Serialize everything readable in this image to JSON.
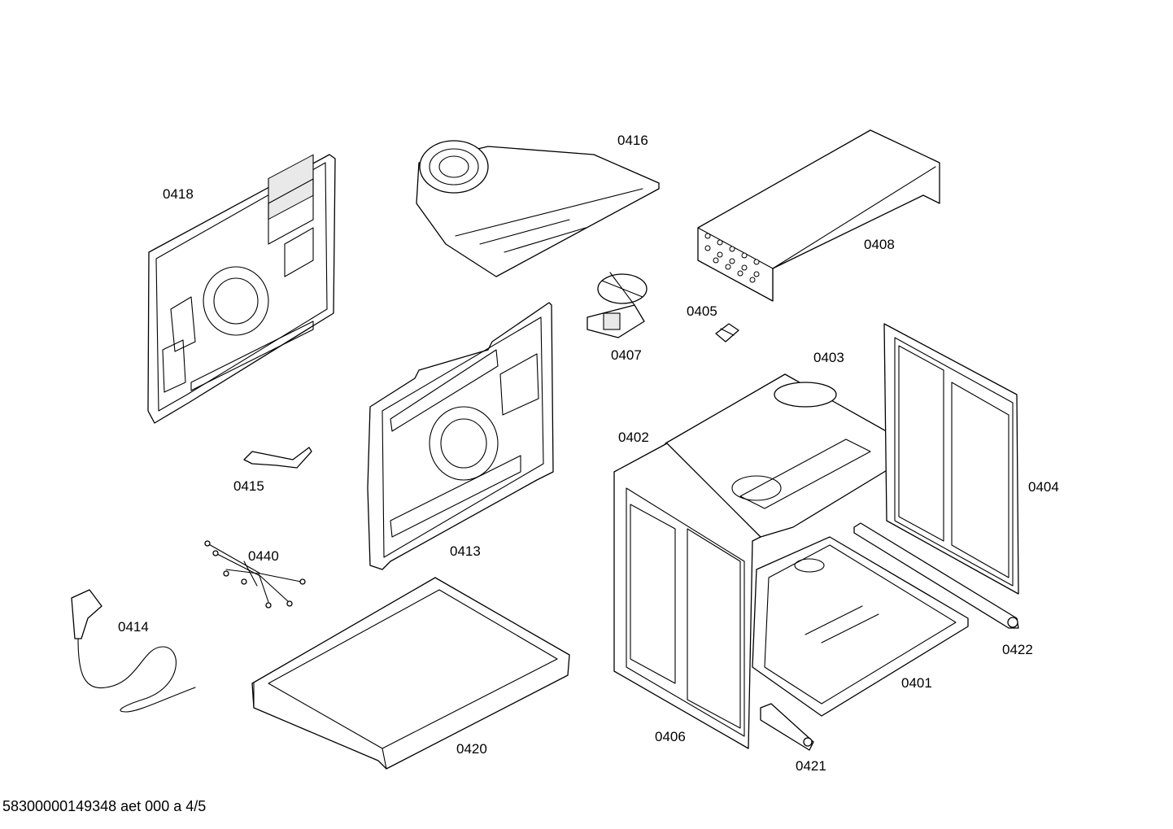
{
  "parts": {
    "p0401": "0401",
    "p0402": "0402",
    "p0403": "0403",
    "p0404": "0404",
    "p0405": "0405",
    "p0406": "0406",
    "p0407": "0407",
    "p0408": "0408",
    "p0413": "0413",
    "p0414": "0414",
    "p0415": "0415",
    "p0416": "0416",
    "p0418": "0418",
    "p0420": "0420",
    "p0421": "0421",
    "p0422": "0422",
    "p0440": "0440"
  },
  "footer": "58300000149348 aet 000 a 4/5"
}
